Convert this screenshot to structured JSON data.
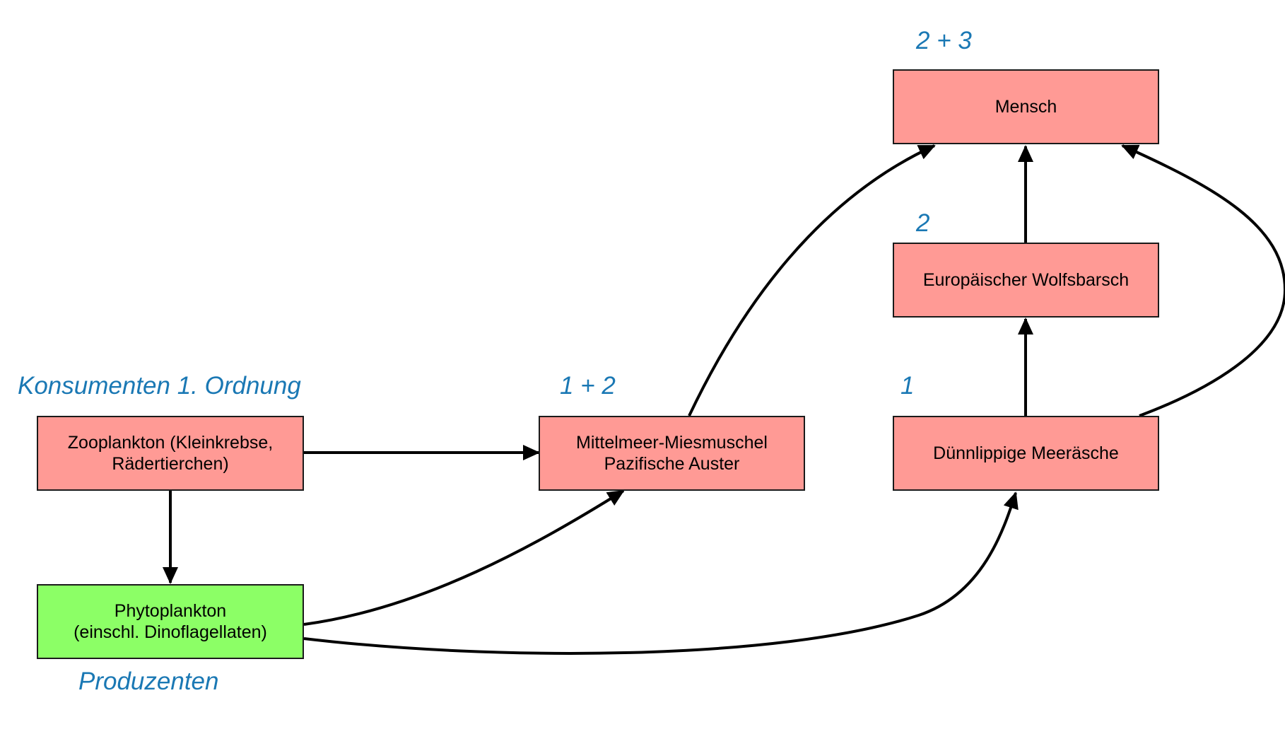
{
  "colors": {
    "consumer_fill": "#ff9a95",
    "producer_fill": "#8cff66",
    "border": "#1a1a1a",
    "label_blue": "#1a78b4",
    "arrow": "#000000"
  },
  "nodes": {
    "mensch": {
      "lines": [
        "Mensch"
      ]
    },
    "wolfsbarsch": {
      "lines": [
        "Europäischer Wolfsbarsch"
      ]
    },
    "meeraesche": {
      "lines": [
        "Dünnlippige Meeräsche"
      ]
    },
    "miesmuschel": {
      "lines": [
        "Mittelmeer-Miesmuschel",
        "Pazifische Auster"
      ]
    },
    "zooplankton": {
      "lines": [
        "Zooplankton (Kleinkrebse,",
        "Rädertierchen)"
      ]
    },
    "phytoplankton": {
      "lines": [
        "Phytoplankton",
        "(einschl. Dinoflagellaten)"
      ]
    }
  },
  "labels": {
    "mensch_level": "2 + 3",
    "wolfsbarsch_level": "2",
    "meeraesche_level": "1",
    "miesmuschel_level": "1 + 2",
    "konsumenten": "Konsumenten 1. Ordnung",
    "produzenten": "Produzenten"
  },
  "edges": [
    {
      "from": "zooplankton",
      "to": "miesmuschel"
    },
    {
      "from": "zooplankton",
      "to": "phytoplankton"
    },
    {
      "from": "phytoplankton",
      "to": "miesmuschel"
    },
    {
      "from": "phytoplankton",
      "to": "meeraesche"
    },
    {
      "from": "miesmuschel",
      "to": "mensch"
    },
    {
      "from": "meeraesche",
      "to": "wolfsbarsch"
    },
    {
      "from": "wolfsbarsch",
      "to": "mensch"
    },
    {
      "from": "meeraesche",
      "to": "mensch"
    }
  ]
}
